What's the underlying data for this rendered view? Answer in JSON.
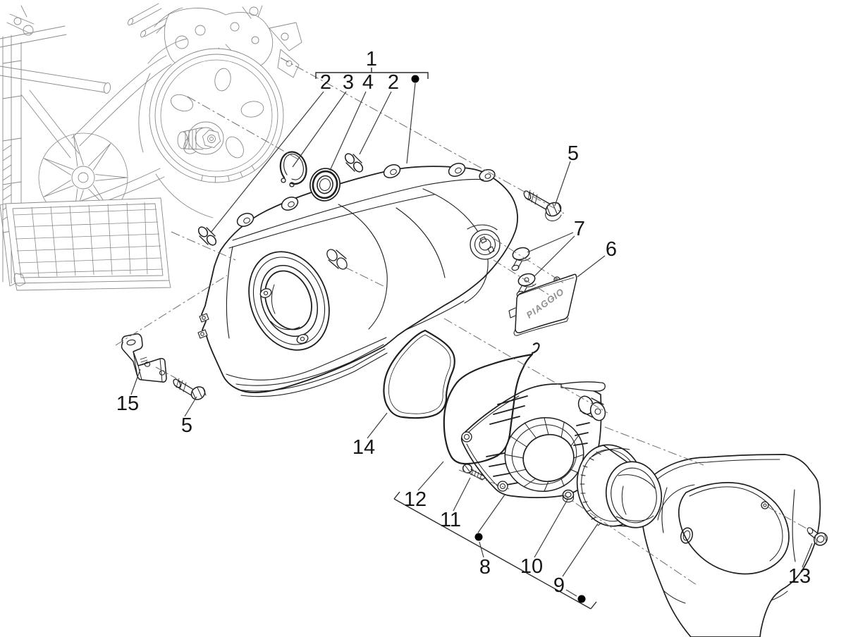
{
  "colors": {
    "background": "#ffffff",
    "part_line": "#1f1f1f",
    "engine_line": "#8a8a8a",
    "leader_line": "#3c3c3c",
    "axis_line": "#6e6e6e",
    "label_text": "#161616",
    "assembly_dot": "#000000",
    "emblem_text": "#8f8f8f"
  },
  "emblem": {
    "text": "PIAGGIO"
  },
  "callouts": {
    "c1": {
      "label": "1"
    },
    "c2a": {
      "label": "2"
    },
    "c3": {
      "label": "3"
    },
    "c4": {
      "label": "4"
    },
    "c2b": {
      "label": "2"
    },
    "c5r": {
      "label": "5"
    },
    "c7": {
      "label": "7"
    },
    "c6": {
      "label": "6"
    },
    "c15": {
      "label": "15"
    },
    "c5l": {
      "label": "5"
    },
    "c14": {
      "label": "14"
    },
    "c12": {
      "label": "12"
    },
    "c11": {
      "label": "11"
    },
    "c8": {
      "label": "8"
    },
    "c10": {
      "label": "10"
    },
    "c9": {
      "label": "9"
    },
    "c13": {
      "label": "13"
    }
  }
}
